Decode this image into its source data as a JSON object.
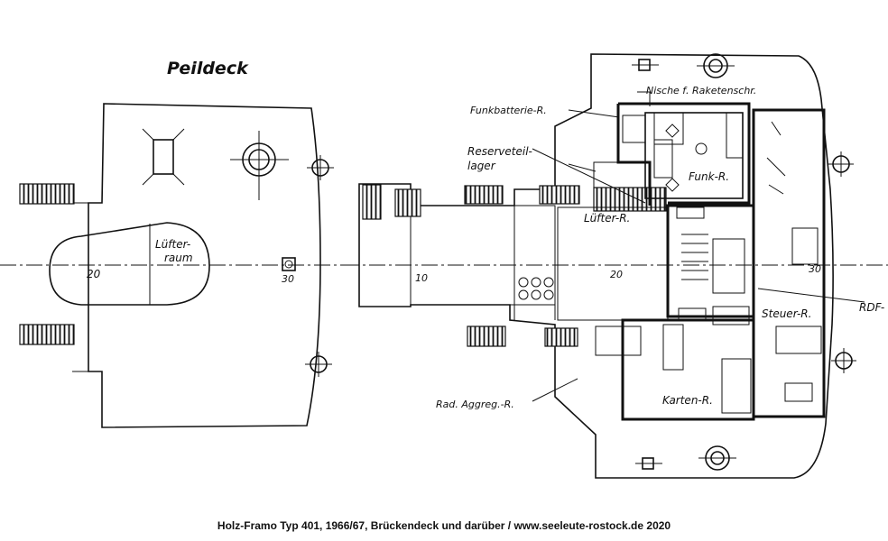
{
  "title": "Peildeck",
  "caption": "Holz-Framo Typ 401, 1966/67, Brückendeck und darüber / www.seeleute-rostock.de 2020",
  "frames_left": [
    "20",
    "30"
  ],
  "frames_right": [
    "10",
    "20",
    "30"
  ],
  "rooms": {
    "luefterraum_1": "Lüfter-",
    "luefterraum_2": "raum",
    "nische": "Nische f. Raketenschr.",
    "funkbatterie": "Funkbatterie-R.",
    "reserveteil_1": "Reserveteil-",
    "reserveteil_2": "lager",
    "funk": "Funk-R.",
    "luefter_r": "Lüfter-R.",
    "rdf": "RDF-",
    "steuer": "Steuer-R.",
    "rad_aggreg": "Rad. Aggreg.-R.",
    "karten": "Karten-R."
  }
}
